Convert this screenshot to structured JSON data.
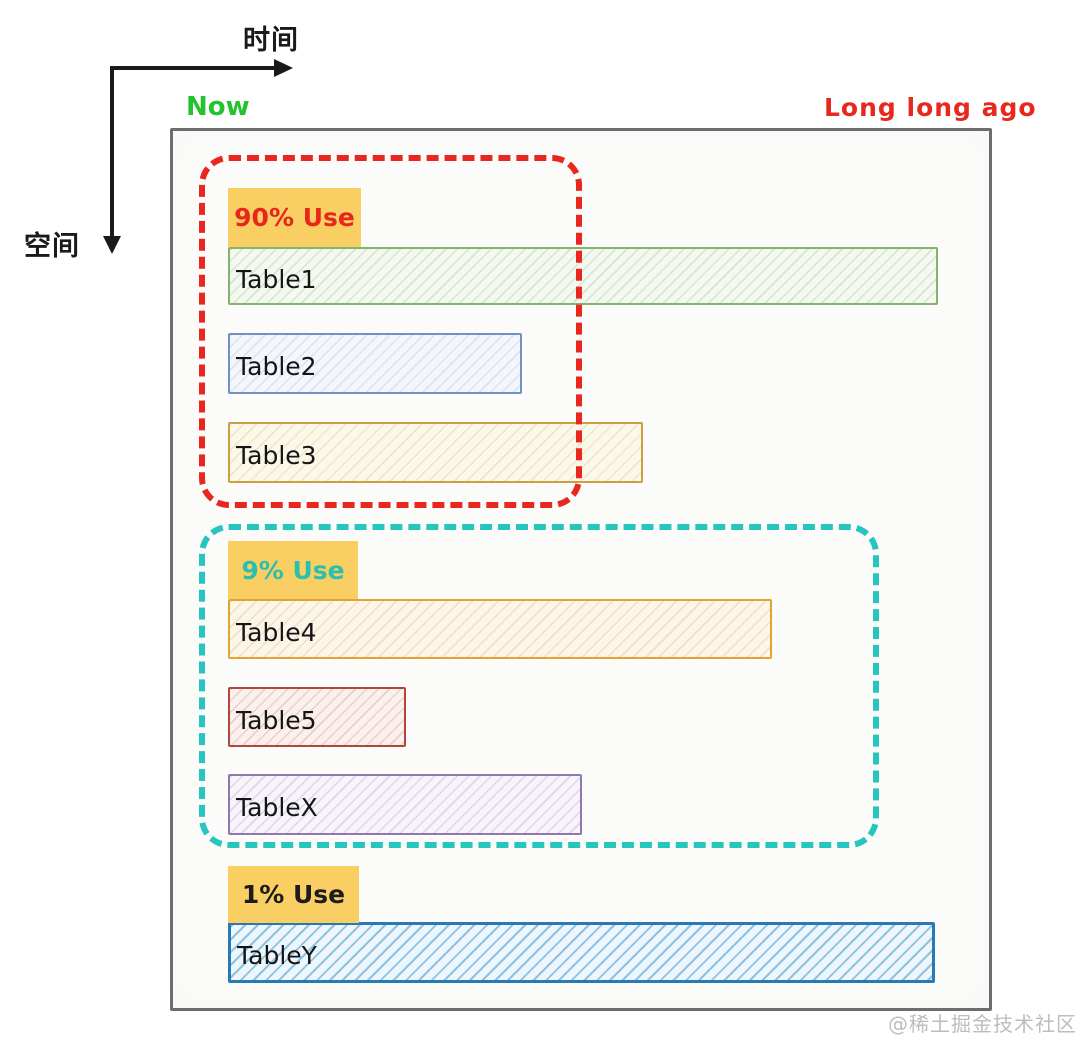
{
  "axes": {
    "time_label": "时间",
    "space_label": "空间",
    "now_label": "Now",
    "ago_label": "Long long ago",
    "now_color": "#22c32e",
    "ago_color": "#e8281e",
    "axis_color": "#1a1a1a"
  },
  "groups": [
    {
      "badge": "90% Use",
      "badge_bg": "#f9ce63",
      "badge_text_color": "#e8261b",
      "outline_color": "#e8281e",
      "tables": [
        {
          "label": "Table1",
          "border": "#84b36e"
        },
        {
          "label": "Table2",
          "border": "#7191c4"
        },
        {
          "label": "Table3",
          "border": "#c9a13e"
        }
      ]
    },
    {
      "badge": "9% Use",
      "badge_bg": "#f9ce63",
      "badge_text_color": "#2bbfad",
      "outline_color": "#26c6be",
      "tables": [
        {
          "label": "Table4",
          "border": "#e2a42b"
        },
        {
          "label": "Table5",
          "border": "#b0473c"
        },
        {
          "label": "TableX",
          "border": "#8f77b0"
        }
      ]
    },
    {
      "badge": "1% Use",
      "badge_bg": "#f9ce63",
      "badge_text_color": "#1c1c1c",
      "outline_color": "",
      "tables": [
        {
          "label": "TableY",
          "border": "#2879b4"
        }
      ]
    }
  ],
  "watermark": "@稀土掘金技术社区"
}
